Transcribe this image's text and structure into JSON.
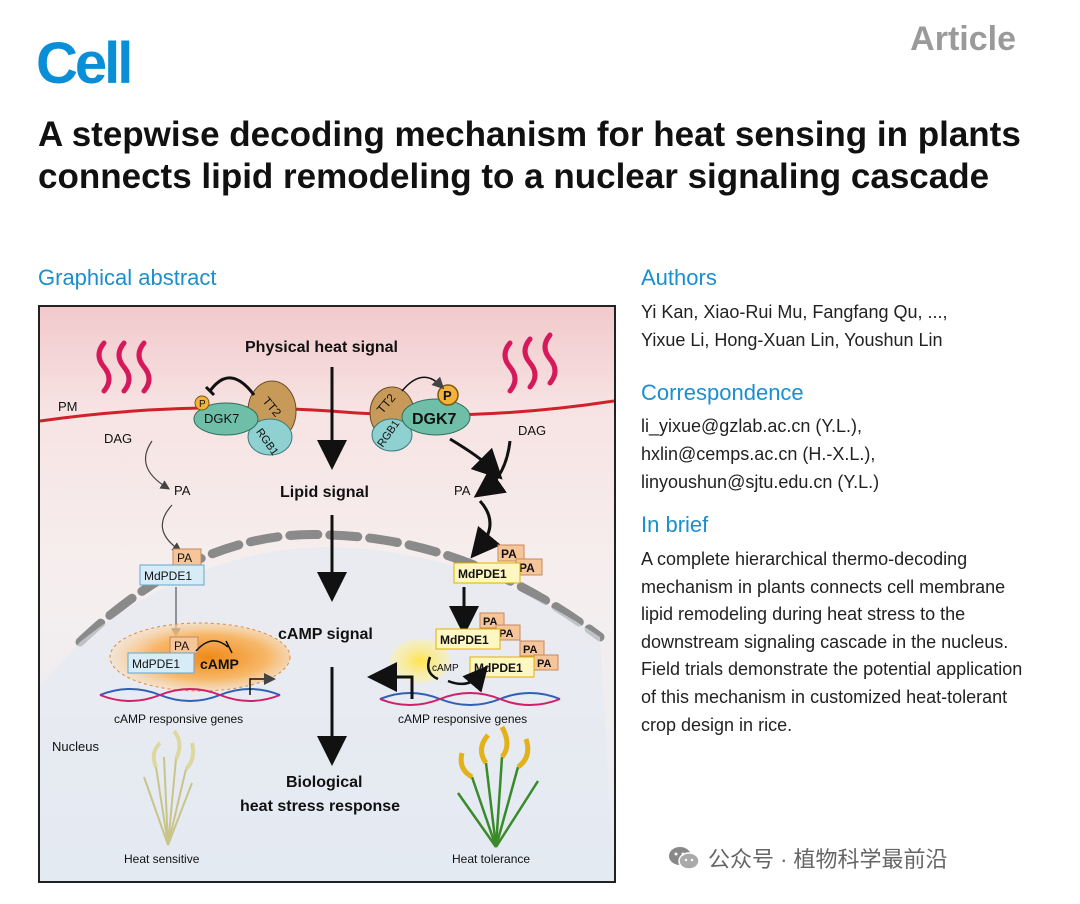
{
  "header": {
    "logo": "Cell",
    "article_type": "Article"
  },
  "title": "A stepwise decoding mechanism for heat sensing in plants connects lipid remodeling to a nuclear signaling cascade",
  "graphical_abstract": {
    "heading": "Graphical abstract",
    "labels": {
      "physical_heat_signal": "Physical heat signal",
      "pm": "PM",
      "dgk7_left": "DGK7",
      "dgk7_right": "DGK7",
      "tt2_left": "TT2",
      "tt2_right": "TT2",
      "rgb1_left": "RGB1",
      "rgb1_right": "RGB1",
      "p_left": "P",
      "p_right": "P",
      "dag_left": "DAG",
      "dag_right": "DAG",
      "pa": "PA",
      "lipid_signal": "Lipid signal",
      "mdpde1": "MdPDE1",
      "camp_signal": "cAMP signal",
      "camp": "cAMP",
      "camp_genes": "cAMP responsive genes",
      "nucleus": "Nucleus",
      "biological": "Biological",
      "heat_stress_response": "heat stress response",
      "heat_sensitive": "Heat sensitive",
      "heat_tolerance": "Heat tolerance"
    }
  },
  "authors": {
    "heading": "Authors",
    "line1": "Yi Kan, Xiao-Rui Mu, Fangfang Qu, ...,",
    "line2": "Yixue Li, Hong-Xuan Lin, Youshun Lin"
  },
  "correspondence": {
    "heading": "Correspondence",
    "emails": [
      "li_yixue@gzlab.ac.cn (Y.L.),",
      "hxlin@cemps.ac.cn (H.-X.L.),",
      "linyoushun@sjtu.edu.cn (Y.L.)"
    ]
  },
  "in_brief": {
    "heading": "In brief",
    "text": "A complete hierarchical thermo-decoding mechanism in plants connects cell membrane lipid remodeling during heat stress to the downstream signaling cascade in the nucleus. Field trials demonstrate the potential application of this mechanism in customized heat-tolerant crop design in rice."
  },
  "watermark": {
    "text": "公众号 · 植物科学最前沿"
  },
  "colors": {
    "brand_blue": "#0b8ed8",
    "heading_blue": "#1a8fd0",
    "membrane_red": "#d0202a"
  }
}
